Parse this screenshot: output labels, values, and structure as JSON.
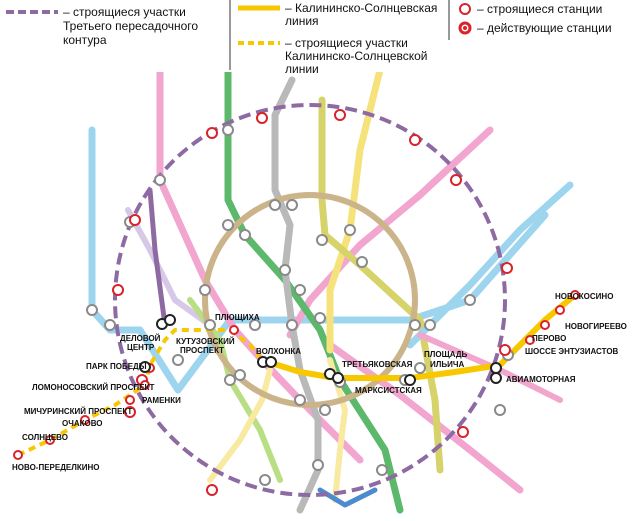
{
  "legend": {
    "third_contour": [
      "– строящиеся участки",
      "Третьего пересадочного",
      "контура"
    ],
    "kalininsko_line": [
      "– Калининско-Солнцевская",
      "линия"
    ],
    "kalininsko_construction": [
      "– строящиеся участки",
      "Калининско-Солнцевской",
      "линии"
    ],
    "stations_building": "– строящиеся станции",
    "stations_active": "– действующие станции"
  },
  "stations": {
    "novokosino": "НОВОКОСИНО",
    "novogireevo": "НОВОГИРЕЕВО",
    "perovo": "ПЕРОВО",
    "shosse": "ШОССЕ ЭНТУЗИАСТОВ",
    "aviamotornaya": "АВИАМОТОРНАЯ",
    "ploshchad_ilyicha_1": "ПЛОЩАДЬ",
    "ploshchad_ilyicha_2": "ИЛЬИЧА",
    "marksistskaya": "МАРКСИСТСКАЯ",
    "tretyakovskaya": "ТРЕТЬЯКОВСКАЯ",
    "volkhonka": "ВОЛХОНКА",
    "plyushchikha": "ПЛЮЩИХА",
    "delovoy_1": "ДЕЛОВОЙ",
    "delovoy_2": "ЦЕНТР",
    "kutuzovsky_1": "КУТУЗОВСКИЙ",
    "kutuzovsky_2": "ПРОСПЕКТ",
    "park_pobedy": "ПАРК ПОБЕДЫ",
    "lomonosovsky": "ЛОМОНОСОВСКИЙ ПРОСПЕКТ",
    "ramenki": "РАМЕНКИ",
    "michurinsky": "МИЧУРИНСКИЙ ПРОСПЕКТ",
    "ochakovo": "ОЧАКОВО",
    "solntsevo": "СОЛНЦЕВО",
    "novo_peredelkino": "НОВО-ПЕРЕДЕЛКИНО"
  },
  "colors": {
    "contour": "#8e6aa3",
    "kalininsko": "#f7c800",
    "ring": "#cbb48a",
    "green": "#5cb86a",
    "pink": "#f2a5cf",
    "lightblue": "#9dd4ee",
    "lightgreen": "#b9df84",
    "grey": "#b9b9b9",
    "olive": "#d6d36a",
    "yellow_line": "#f6e27a",
    "purple_line": "#8e6aa3",
    "station_red": "#d9222a",
    "blue": "#4a8ccf"
  }
}
